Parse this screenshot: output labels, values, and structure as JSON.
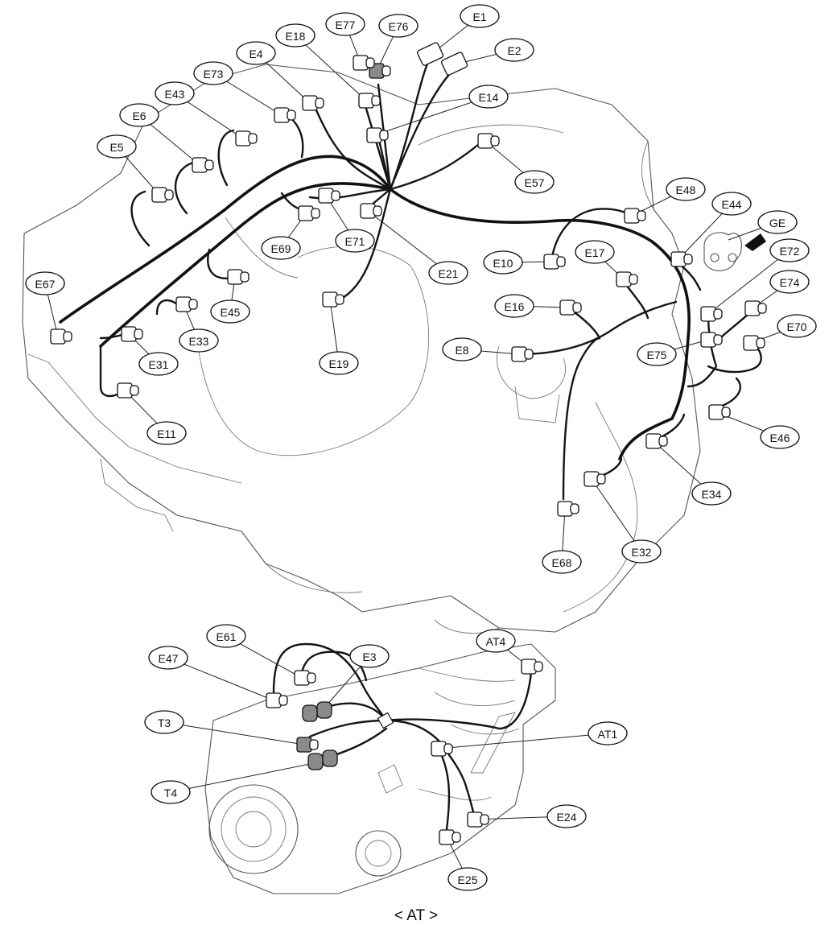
{
  "caption": "< AT >",
  "callouts": [
    {
      "id": "E1",
      "label": "E1"
    },
    {
      "id": "E2",
      "label": "E2"
    },
    {
      "id": "E3",
      "label": "E3"
    },
    {
      "id": "E4",
      "label": "E4"
    },
    {
      "id": "E5",
      "label": "E5"
    },
    {
      "id": "E6",
      "label": "E6"
    },
    {
      "id": "E8",
      "label": "E8"
    },
    {
      "id": "E10",
      "label": "E10"
    },
    {
      "id": "E11",
      "label": "E11"
    },
    {
      "id": "E14",
      "label": "E14"
    },
    {
      "id": "E16",
      "label": "E16"
    },
    {
      "id": "E17",
      "label": "E17"
    },
    {
      "id": "E18",
      "label": "E18"
    },
    {
      "id": "E19",
      "label": "E19"
    },
    {
      "id": "E21",
      "label": "E21"
    },
    {
      "id": "E24",
      "label": "E24"
    },
    {
      "id": "E25",
      "label": "E25"
    },
    {
      "id": "E31",
      "label": "E31"
    },
    {
      "id": "E32",
      "label": "E32"
    },
    {
      "id": "E33",
      "label": "E33"
    },
    {
      "id": "E34",
      "label": "E34"
    },
    {
      "id": "E43",
      "label": "E43"
    },
    {
      "id": "E44",
      "label": "E44"
    },
    {
      "id": "E45",
      "label": "E45"
    },
    {
      "id": "E46",
      "label": "E46"
    },
    {
      "id": "E47",
      "label": "E47"
    },
    {
      "id": "E48",
      "label": "E48"
    },
    {
      "id": "E57",
      "label": "E57"
    },
    {
      "id": "E61",
      "label": "E61"
    },
    {
      "id": "E67",
      "label": "E67"
    },
    {
      "id": "E68",
      "label": "E68"
    },
    {
      "id": "E69",
      "label": "E69"
    },
    {
      "id": "E70",
      "label": "E70"
    },
    {
      "id": "E71",
      "label": "E71"
    },
    {
      "id": "E72",
      "label": "E72"
    },
    {
      "id": "E73",
      "label": "E73"
    },
    {
      "id": "E74",
      "label": "E74"
    },
    {
      "id": "E75",
      "label": "E75"
    },
    {
      "id": "E76",
      "label": "E76"
    },
    {
      "id": "E77",
      "label": "E77"
    },
    {
      "id": "GE",
      "label": "GE"
    },
    {
      "id": "AT1",
      "label": "AT1"
    },
    {
      "id": "AT4",
      "label": "AT4"
    },
    {
      "id": "T3",
      "label": "T3"
    },
    {
      "id": "T4",
      "label": "T4"
    }
  ]
}
